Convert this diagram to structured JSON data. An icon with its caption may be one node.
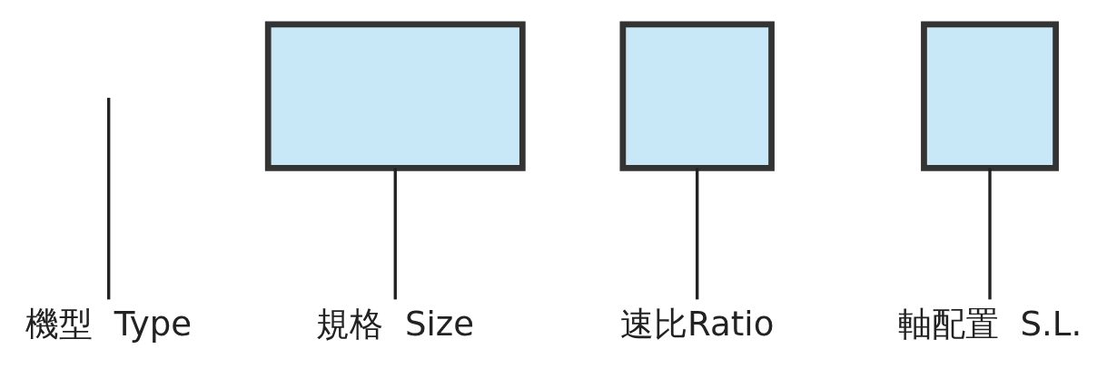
{
  "diagram": {
    "nodes": [
      {
        "text": [],
        "shape": "box"
      },
      {
        "text": [],
        "shape": "box"
      },
      {
        "text": [],
        "shape": "box"
      },
      {
        "text": [
          "機型  Type"
        ]
      },
      {
        "text": [
          "規格  Size"
        ]
      },
      {
        "text": [
          "速比Ratio"
        ]
      },
      {
        "text": [
          "軸配置  S.L."
        ]
      }
    ],
    "edges": [
      {
        "from": 3,
        "to": null,
        "arrow": "none"
      },
      {
        "from": 4,
        "to": 0,
        "arrow": "none"
      },
      {
        "from": 5,
        "to": 1,
        "arrow": "none"
      },
      {
        "from": 6,
        "to": 2,
        "arrow": "none"
      }
    ]
  }
}
